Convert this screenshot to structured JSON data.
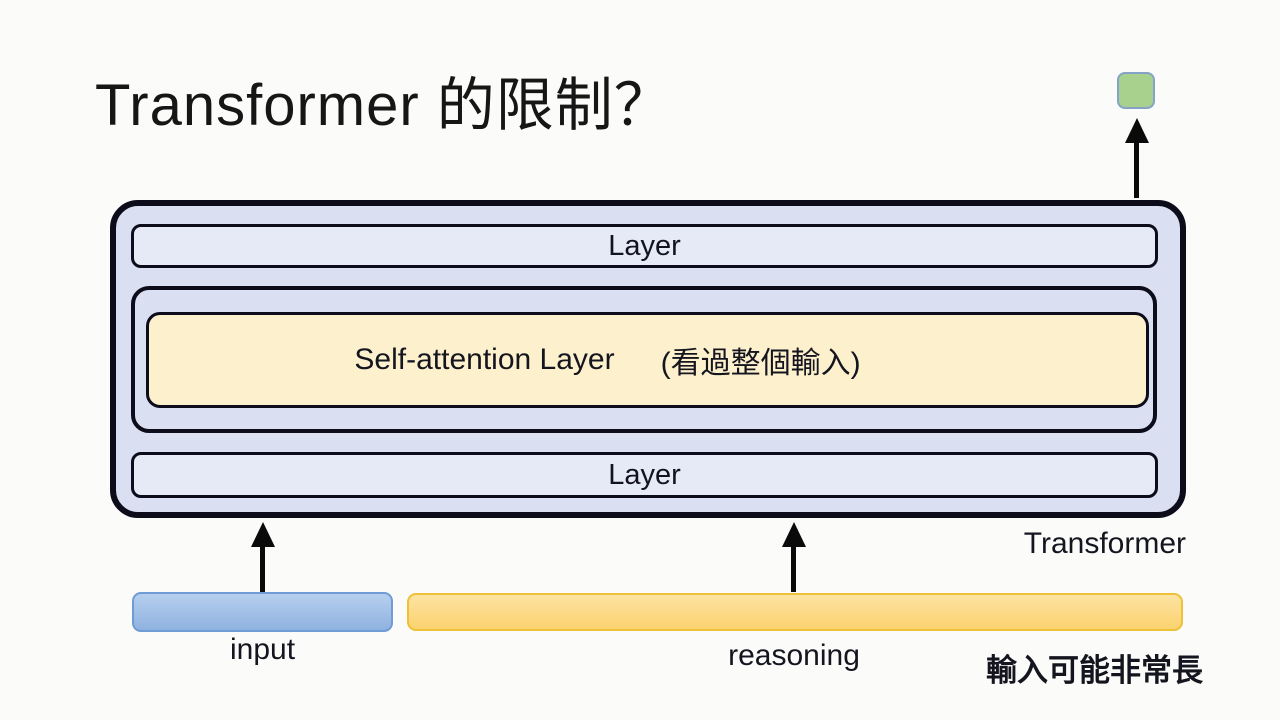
{
  "title": "Transformer 的限制？",
  "diagram": {
    "layer_top_label": "Layer",
    "layer_bottom_label": "Layer",
    "self_attention_label": "Self-attention Layer",
    "self_attention_annotation": "(看過整個輸入)",
    "transformer_label": "Transformer",
    "icons": {
      "output_token": "green-square-token",
      "output_arrow": "up-arrow",
      "input_arrow": "up-arrow",
      "reasoning_arrow": "up-arrow"
    }
  },
  "inputs": {
    "input_label": "input",
    "reasoning_label": "reasoning",
    "note": "輸入可能非常長"
  },
  "colors": {
    "background": "#fbfcfa",
    "text": "#161616",
    "border_dark": "#0c0c1a",
    "arrow": "#0a0a0a",
    "box_fill": "#dadff1",
    "layer_fill": "#e6e9f6",
    "attention_fill": "#fdf0cd",
    "token_fill": "#a9d18e",
    "token_border": "#85a3c7",
    "input_bar_top": "#b6cfee",
    "input_bar_bottom": "#8fb2e0",
    "input_bar_border": "#6f9cd4",
    "reasoning_bar_top": "#fde3a3",
    "reasoning_bar_bottom": "#fbd26e",
    "reasoning_bar_border": "#edc139"
  }
}
